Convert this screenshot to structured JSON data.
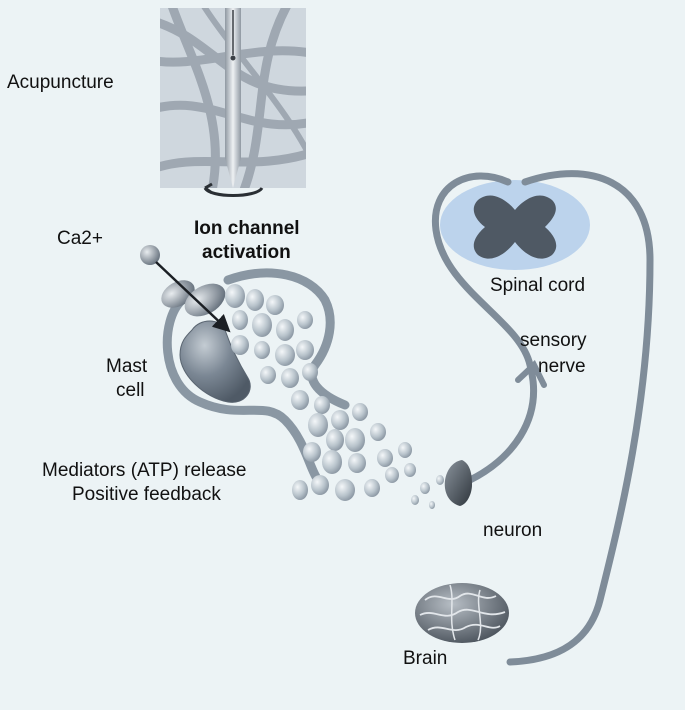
{
  "labels": {
    "acupuncture": "Acupuncture",
    "ca": "Ca2+",
    "ion_channel_1": "Ion channel",
    "ion_channel_2": "activation",
    "mast_1": "Mast",
    "mast_2": "cell",
    "mediators_1": "Mediators (ATP) release",
    "mediators_2": "Positive feedback",
    "spinal_cord": "Spinal cord",
    "sensory_1": "sensory",
    "sensory_2": "nerve",
    "neuron": "neuron",
    "brain": "Brain"
  },
  "colors": {
    "background": "#ecf3f5",
    "tissue_box": "#cfd7de",
    "fibers": "#9da6b0",
    "membrane": "#8a97a3",
    "granules": "#b9c4cc",
    "nucleus": "#707c89",
    "spinal_halo": "#bcd3ec",
    "spinal_gray": "#4f5964",
    "nerve": "#7f8c99"
  }
}
